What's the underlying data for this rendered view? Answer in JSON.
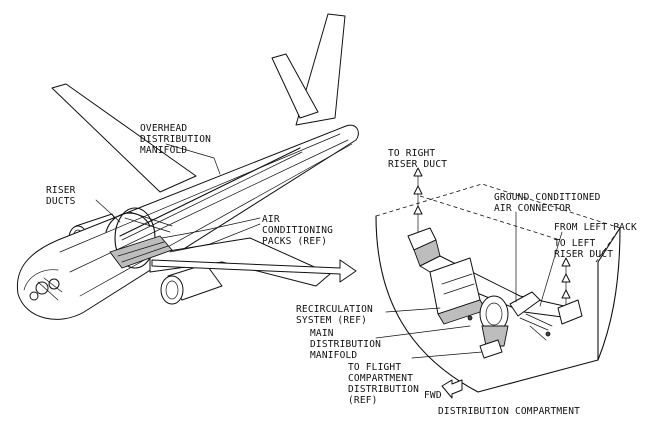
{
  "labels": {
    "overhead_manifold": [
      "OVERHEAD",
      "DISTRIBUTION",
      "MANIFOLD"
    ],
    "riser_ducts": [
      "RISER",
      "DUCTS"
    ],
    "ac_packs": [
      "AIR",
      "CONDITIONING",
      "PACKS (REF)"
    ],
    "to_right_riser": [
      "TO RIGHT",
      "RISER DUCT"
    ],
    "ground_conditioned": [
      "GROUND CONDITIONED",
      "AIR CONNECTOR"
    ],
    "from_left_pack": [
      "FROM LEFT PACK"
    ],
    "to_left_riser": [
      "TO LEFT",
      "RISER DUCT"
    ],
    "recirculation": [
      "RECIRCULATION",
      "SYSTEM (REF)"
    ],
    "main_manifold": [
      "MAIN",
      "DISTRIBUTION",
      "MANIFOLD"
    ],
    "flight_compartment": [
      "TO FLIGHT",
      "COMPARTMENT",
      "DISTRIBUTION",
      "(REF)"
    ],
    "fwd": [
      "FWD"
    ],
    "distribution_compartment": [
      "DISTRIBUTION COMPARTMENT"
    ]
  }
}
